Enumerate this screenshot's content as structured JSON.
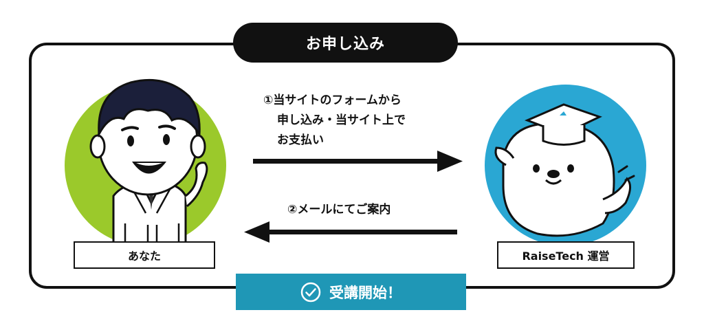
{
  "title": "お申し込み",
  "step1": {
    "line1": "①当サイトのフォームから",
    "line2": "申し込み・当サイト上で",
    "line3": "お支払い"
  },
  "step2": "②メールにてご案内",
  "you_label": "あなた",
  "org_label": "RaiseTech 運営",
  "start_label": "受講開始！",
  "colors": {
    "green_circle": "#9bc92b",
    "blue_circle": "#2aa7d3",
    "start_bar": "#1f97b6",
    "dark": "#111111"
  },
  "icons": [
    "check-circle-icon",
    "arrow-right-icon",
    "arrow-left-icon",
    "person-illustration",
    "seal-mascot-illustration"
  ]
}
